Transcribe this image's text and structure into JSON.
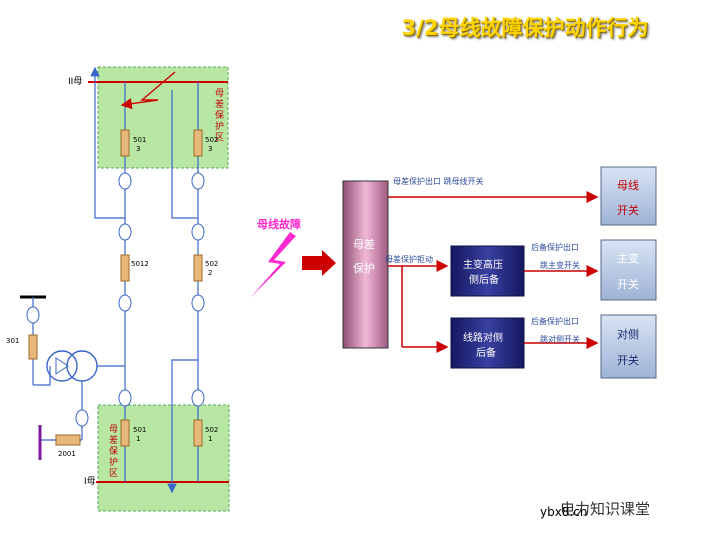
{
  "title": "3/2母线故障保护动作行为",
  "diagram": {
    "bus_top": "II母",
    "bus_bottom": "I母",
    "zone_top": [
      "母",
      "差",
      "保",
      "护",
      "区"
    ],
    "zone_bottom": [
      "母",
      "差",
      "保",
      "护",
      "区"
    ],
    "breaker_top_left": [
      "501",
      "3"
    ],
    "breaker_top_right": [
      "502",
      "3"
    ],
    "breaker_mid_left": "5012",
    "breaker_mid_right": [
      "502",
      "2"
    ],
    "breaker_bot_left": [
      "501",
      "1"
    ],
    "breaker_bot_right": [
      "502",
      "1"
    ],
    "breaker_301": "301",
    "breaker_2001": "2001"
  },
  "fault_label": "母线故障",
  "protection": {
    "line1": "母差",
    "line2": "保护"
  },
  "outputs": {
    "top_label": "母差保护出口  跳母线开关",
    "failure_label": "母差保护拒动",
    "mid_label1": "后备保护出口",
    "mid_label2": "跳主变开关",
    "bot_label1": "后备保护出口",
    "bot_label2": "跳对侧开关"
  },
  "backup": {
    "transformer": [
      "主变高压",
      "侧后备"
    ],
    "line": [
      "线路对侧",
      "后备"
    ]
  },
  "targets": {
    "bus_switch": [
      "母线",
      "开关"
    ],
    "main_switch": [
      "主变",
      "开关"
    ],
    "remote_switch": [
      "对侧",
      "开关"
    ]
  },
  "watermark": "电力知识课堂",
  "site": "ybx8.cn",
  "colors": {
    "title": "#ffd400",
    "zone_fill": "#b8e7a4",
    "busbar": "#d00000",
    "wire": "#3a66c9",
    "breaker": "#e8b77a",
    "protection_box": "#e2a4c6",
    "backup_box": "#2a2a80",
    "target_box": "#b7c7e4",
    "arrow": "#cc0000",
    "fault": "#ff2ad0"
  }
}
